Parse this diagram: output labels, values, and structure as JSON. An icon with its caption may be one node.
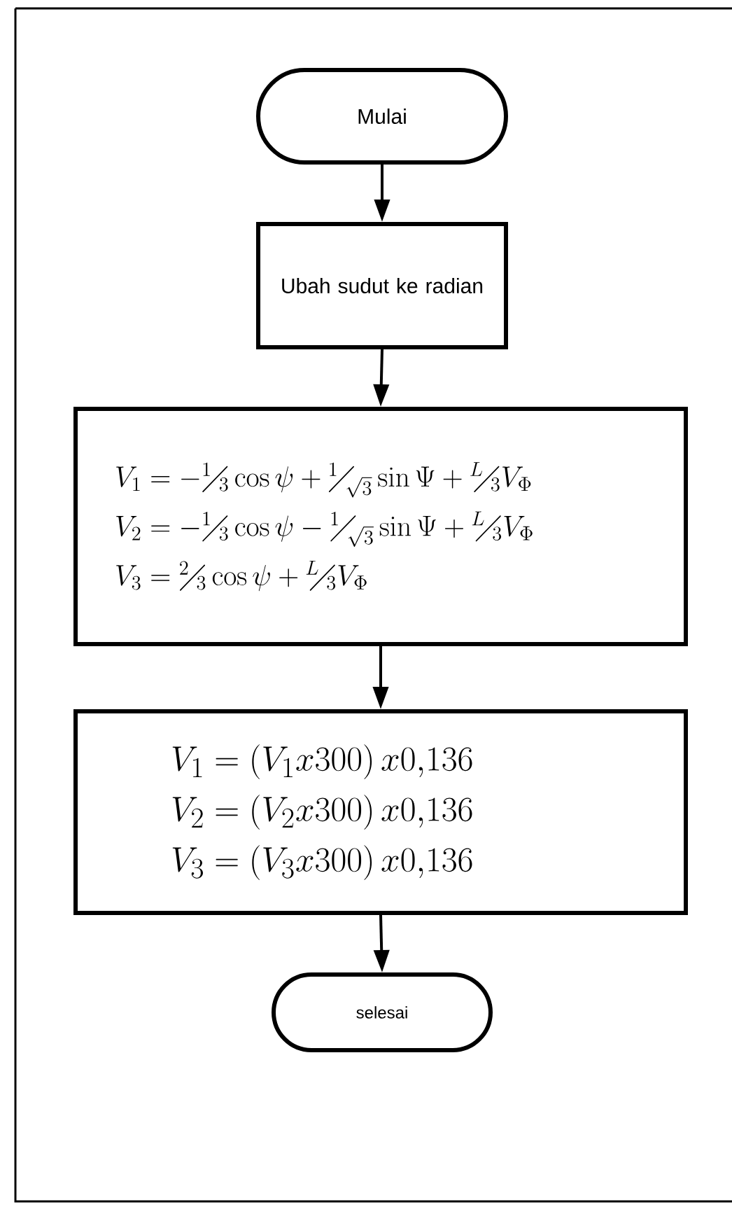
{
  "diagram": {
    "nodes": [
      {
        "text": [
          "Mulai"
        ]
      },
      {
        "text": [
          "Ubah sudut ke radian"
        ]
      },
      {
        "text": [
          "V_{1} = -{}^{1}\\!\\!\\diagup\\!\\!_{3}\\cos\\psi + {}^{1}\\!\\!\\diagup\\!\\!_{\\sqrt{3}}\\sin\\Psi + {}^{L}\\!\\!\\diagup\\!\\!_{3}V_{\\Phi}",
          "V_{2} = -{}^{1}\\!\\!\\diagup\\!\\!_{3}\\cos\\psi - {}^{1}\\!\\!\\diagup\\!\\!_{\\sqrt{3}}\\sin\\Psi + {}^{L}\\!\\!\\diagup\\!\\!_{3}V_{\\Phi}",
          "V_{3} = {}^{2}\\!\\!\\diagup\\!\\!_{3}\\cos\\psi + {}^{L}\\!\\!\\diagup\\!\\!_{3}V_{\\Phi}"
        ]
      },
      {
        "text": [
          "V_{1} = (V_{1}x300)\\,x0{,}136",
          "V_{2} = (V_{2}x300)\\,x0{,}136",
          "V_{3} = (V_{3}x300)\\,x0{,}136"
        ]
      },
      {
        "text": [
          "selesai"
        ]
      }
    ],
    "edges": [
      {
        "from": 0,
        "to": 1,
        "arrow": "to"
      },
      {
        "from": 1,
        "to": 2,
        "arrow": "to"
      },
      {
        "from": 2,
        "to": 3,
        "arrow": "to"
      },
      {
        "from": 3,
        "to": 4,
        "arrow": "to"
      }
    ]
  }
}
